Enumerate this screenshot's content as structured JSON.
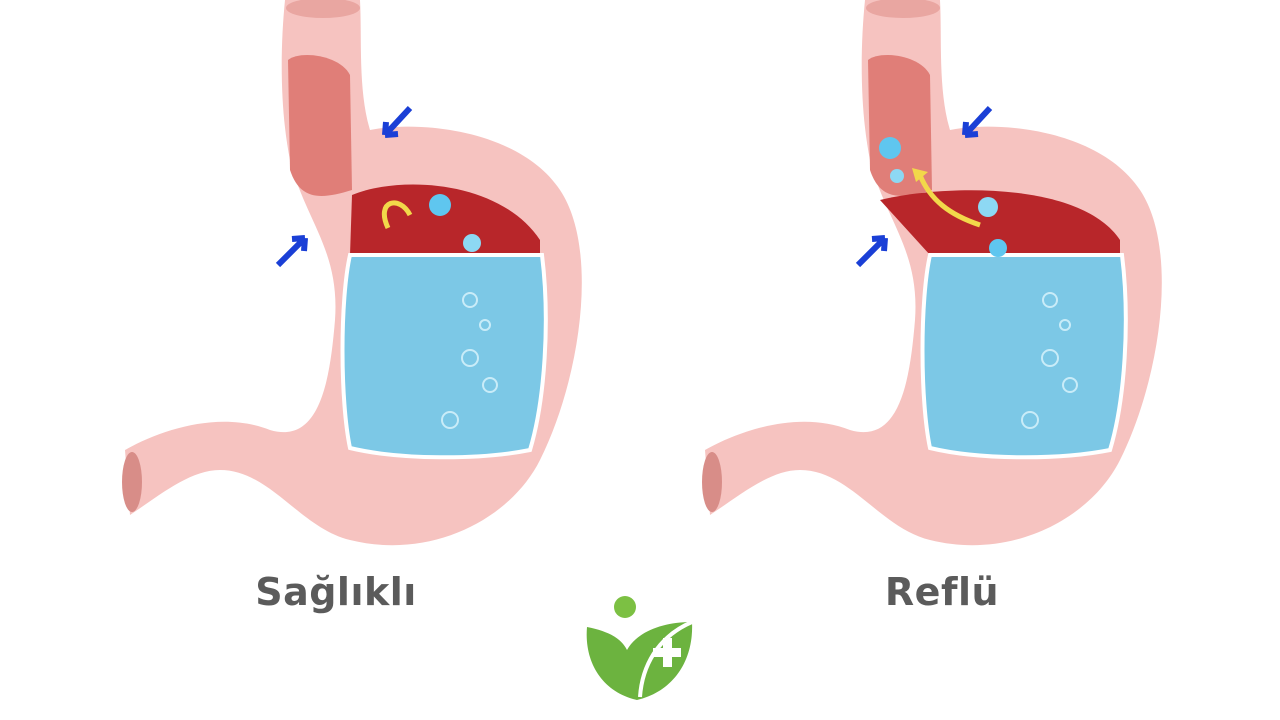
{
  "diagram": {
    "title": "Stomach comparison: healthy vs reflux",
    "panels": [
      {
        "id": "healthy",
        "label": "Sağlıklı",
        "acid_flow": "contained",
        "arrows": 2
      },
      {
        "id": "reflux",
        "label": "Reflü",
        "acid_flow": "backflow into esophagus",
        "arrows": 2
      }
    ],
    "colors": {
      "stomach_wall": "#f6c3c0",
      "stomach_inner_wall": "#f9d7d4",
      "esophagus_lumen": "#e07e78",
      "gastric_mucosa": "#b8262a",
      "gastric_acid": "#7cc8e6",
      "pressure_arrow": "#1a3fd6",
      "flow_arrow": "#f2d84a",
      "caption_text": "#5b5b5b",
      "logo_green": "#6cb33f"
    },
    "logo": {
      "name": "health-plus-logo"
    }
  }
}
